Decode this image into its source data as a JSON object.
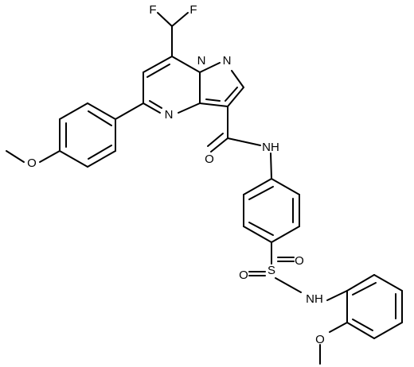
{
  "molecule": {
    "atom_labels": {
      "F1": "F",
      "F2": "F",
      "N_ring1": "N",
      "N_ring2": "N",
      "N_ring3": "N",
      "O_methoxy_left": "O",
      "O_carbonyl": "O",
      "NH_amide": "NH",
      "S": "S",
      "O_sulfonyl_left": "O",
      "O_sulfonyl_right": "O",
      "NH_sulfonamide": "NH",
      "O_methoxy_bottom": "O"
    }
  },
  "colors": {
    "bond": "#000000",
    "label": "#000000",
    "background": "#ffffff"
  }
}
